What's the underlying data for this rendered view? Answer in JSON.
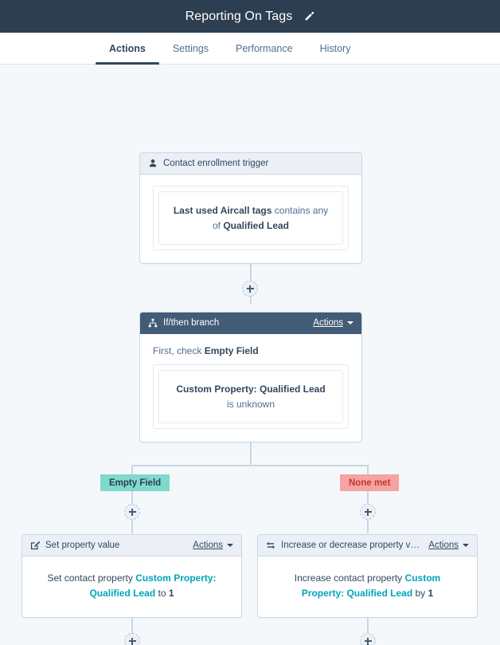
{
  "topbar": {
    "title": "Reporting On Tags",
    "edit_icon": "pencil-icon"
  },
  "tabs": [
    {
      "label": "Actions",
      "active": true
    },
    {
      "label": "Settings",
      "active": false
    },
    {
      "label": "Performance",
      "active": false
    },
    {
      "label": "History",
      "active": false
    }
  ],
  "workflow": {
    "trigger_card": {
      "icon": "contact-person-icon",
      "header": "Contact enrollment trigger",
      "condition_bold_1": "Last used Aircall tags",
      "condition_text": " contains any of ",
      "condition_bold_2": "Qualified Lead"
    },
    "branch_card": {
      "icon": "sitemap-icon",
      "header": "If/then branch",
      "actions_label": "Actions",
      "first_check_prefix": "First, check ",
      "first_check_bold": "Empty Field",
      "condition_bold": "Custom Property: Qualified Lead",
      "condition_suffix": " is unknown"
    },
    "branch_labels": {
      "left": "Empty Field",
      "right": "None met"
    },
    "left_action_card": {
      "icon": "edit-square-icon",
      "header": "Set property value",
      "actions_label": "Actions",
      "body_prefix": "Set contact property ",
      "body_property": "Custom Property: Qualified Lead",
      "body_middle": " to ",
      "body_value": "1"
    },
    "right_action_card": {
      "icon": "increase-decrease-icon",
      "header": "Increase or decrease property val…",
      "actions_label": "Actions",
      "body_prefix": "Increase contact property ",
      "body_property": "Custom Property: Qualified Lead",
      "body_middle": " by ",
      "body_value": "1"
    },
    "end_nodes": {
      "left_icon": "checkered-flag-icon",
      "right_icon": "checkered-flag-icon"
    }
  },
  "colors": {
    "topbar_bg": "#2d3e50",
    "canvas_bg": "#f5f8fa",
    "card_border": "#cbd6e2",
    "header_dark": "#425b76",
    "header_light": "#eaf0f6",
    "accent_teal": "#00a4bd",
    "badge_teal": "#7fd9cd",
    "badge_salmon": "#f5a3a3",
    "text_primary": "#33475b",
    "text_secondary": "#506e91"
  }
}
